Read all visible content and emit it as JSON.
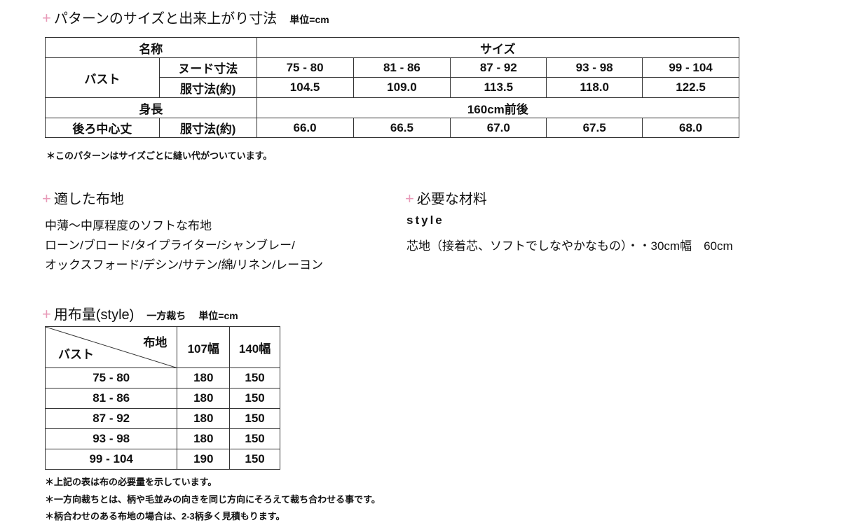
{
  "sec1": {
    "title": "パターンのサイズと出来上がり寸法",
    "unit": "単位=cm",
    "name_h": "名称",
    "size_h": "サイズ",
    "bust": "バスト",
    "nude": "ヌード寸法",
    "garment": "服寸法(約)",
    "sizes": [
      "75 - 80",
      "81 - 86",
      "87 - 92",
      "93 - 98",
      "99 - 104"
    ],
    "bust_garment": [
      "104.5",
      "109.0",
      "113.5",
      "118.0",
      "122.5"
    ],
    "height": "身長",
    "height_val": "160cm前後",
    "back": "後ろ中心丈",
    "back_garment": "服寸法(約)",
    "back_vals": [
      "66.0",
      "66.5",
      "67.0",
      "67.5",
      "68.0"
    ],
    "note": "＊このパターンはサイズごとに縫い代がついています。"
  },
  "sec2": {
    "title": "適した布地",
    "lines": [
      "中薄〜中厚程度のソフトな布地",
      "ローン/ブロード/タイプライター/シャンブレー/",
      "オックスフォード/デシン/サテン/綿/リネン/レーヨン"
    ]
  },
  "sec3": {
    "title": "必要な材料",
    "style": "style",
    "item": "芯地（接着芯、ソフトでしなやかなもの）・・30cm幅　60cm"
  },
  "sec4": {
    "title": "用布量(style)",
    "cut": "一方裁ち",
    "unit": "単位=cm",
    "fabric_h": "布地",
    "bust_h": "バスト",
    "w1": "107幅",
    "w2": "140幅",
    "rows": [
      [
        "75 - 80",
        "180",
        "150"
      ],
      [
        "81 - 86",
        "180",
        "150"
      ],
      [
        "87 - 92",
        "180",
        "150"
      ],
      [
        "93 - 98",
        "180",
        "150"
      ],
      [
        "99 - 104",
        "190",
        "150"
      ]
    ],
    "notes": [
      "＊上記の表は布の必要量を示しています。",
      "＊一方向裁ちとは、柄や毛並みの向きを同じ方向にそろえて裁ち合わせる事です。",
      "＊柄合わせのある布地の場合は、2-3柄多く見積もります。"
    ]
  }
}
